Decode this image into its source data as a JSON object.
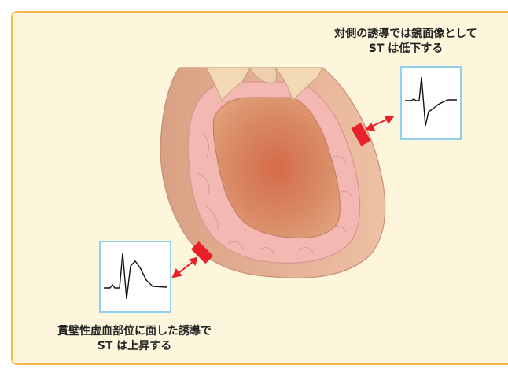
{
  "labels": {
    "opposite_line1": "対側の誘導では鏡面像として",
    "opposite_line2": "ST は低下する",
    "facing_line1": "貫壁性虚血部位に面した誘導で",
    "facing_line2": "ST は上昇する"
  },
  "colors": {
    "panel_bg": "#fdf6dd",
    "panel_border": "#f0b84a",
    "heart_outer": "#e7b394",
    "myocardium": "#f4b8b3",
    "cavity": "#d27a55",
    "electrode": "#e8202a",
    "ecg_frame": "#8fd0ea"
  },
  "icons": [
    "heart-illustration",
    "electrode-icon",
    "double-arrow-icon",
    "ecg-trace-icon"
  ]
}
